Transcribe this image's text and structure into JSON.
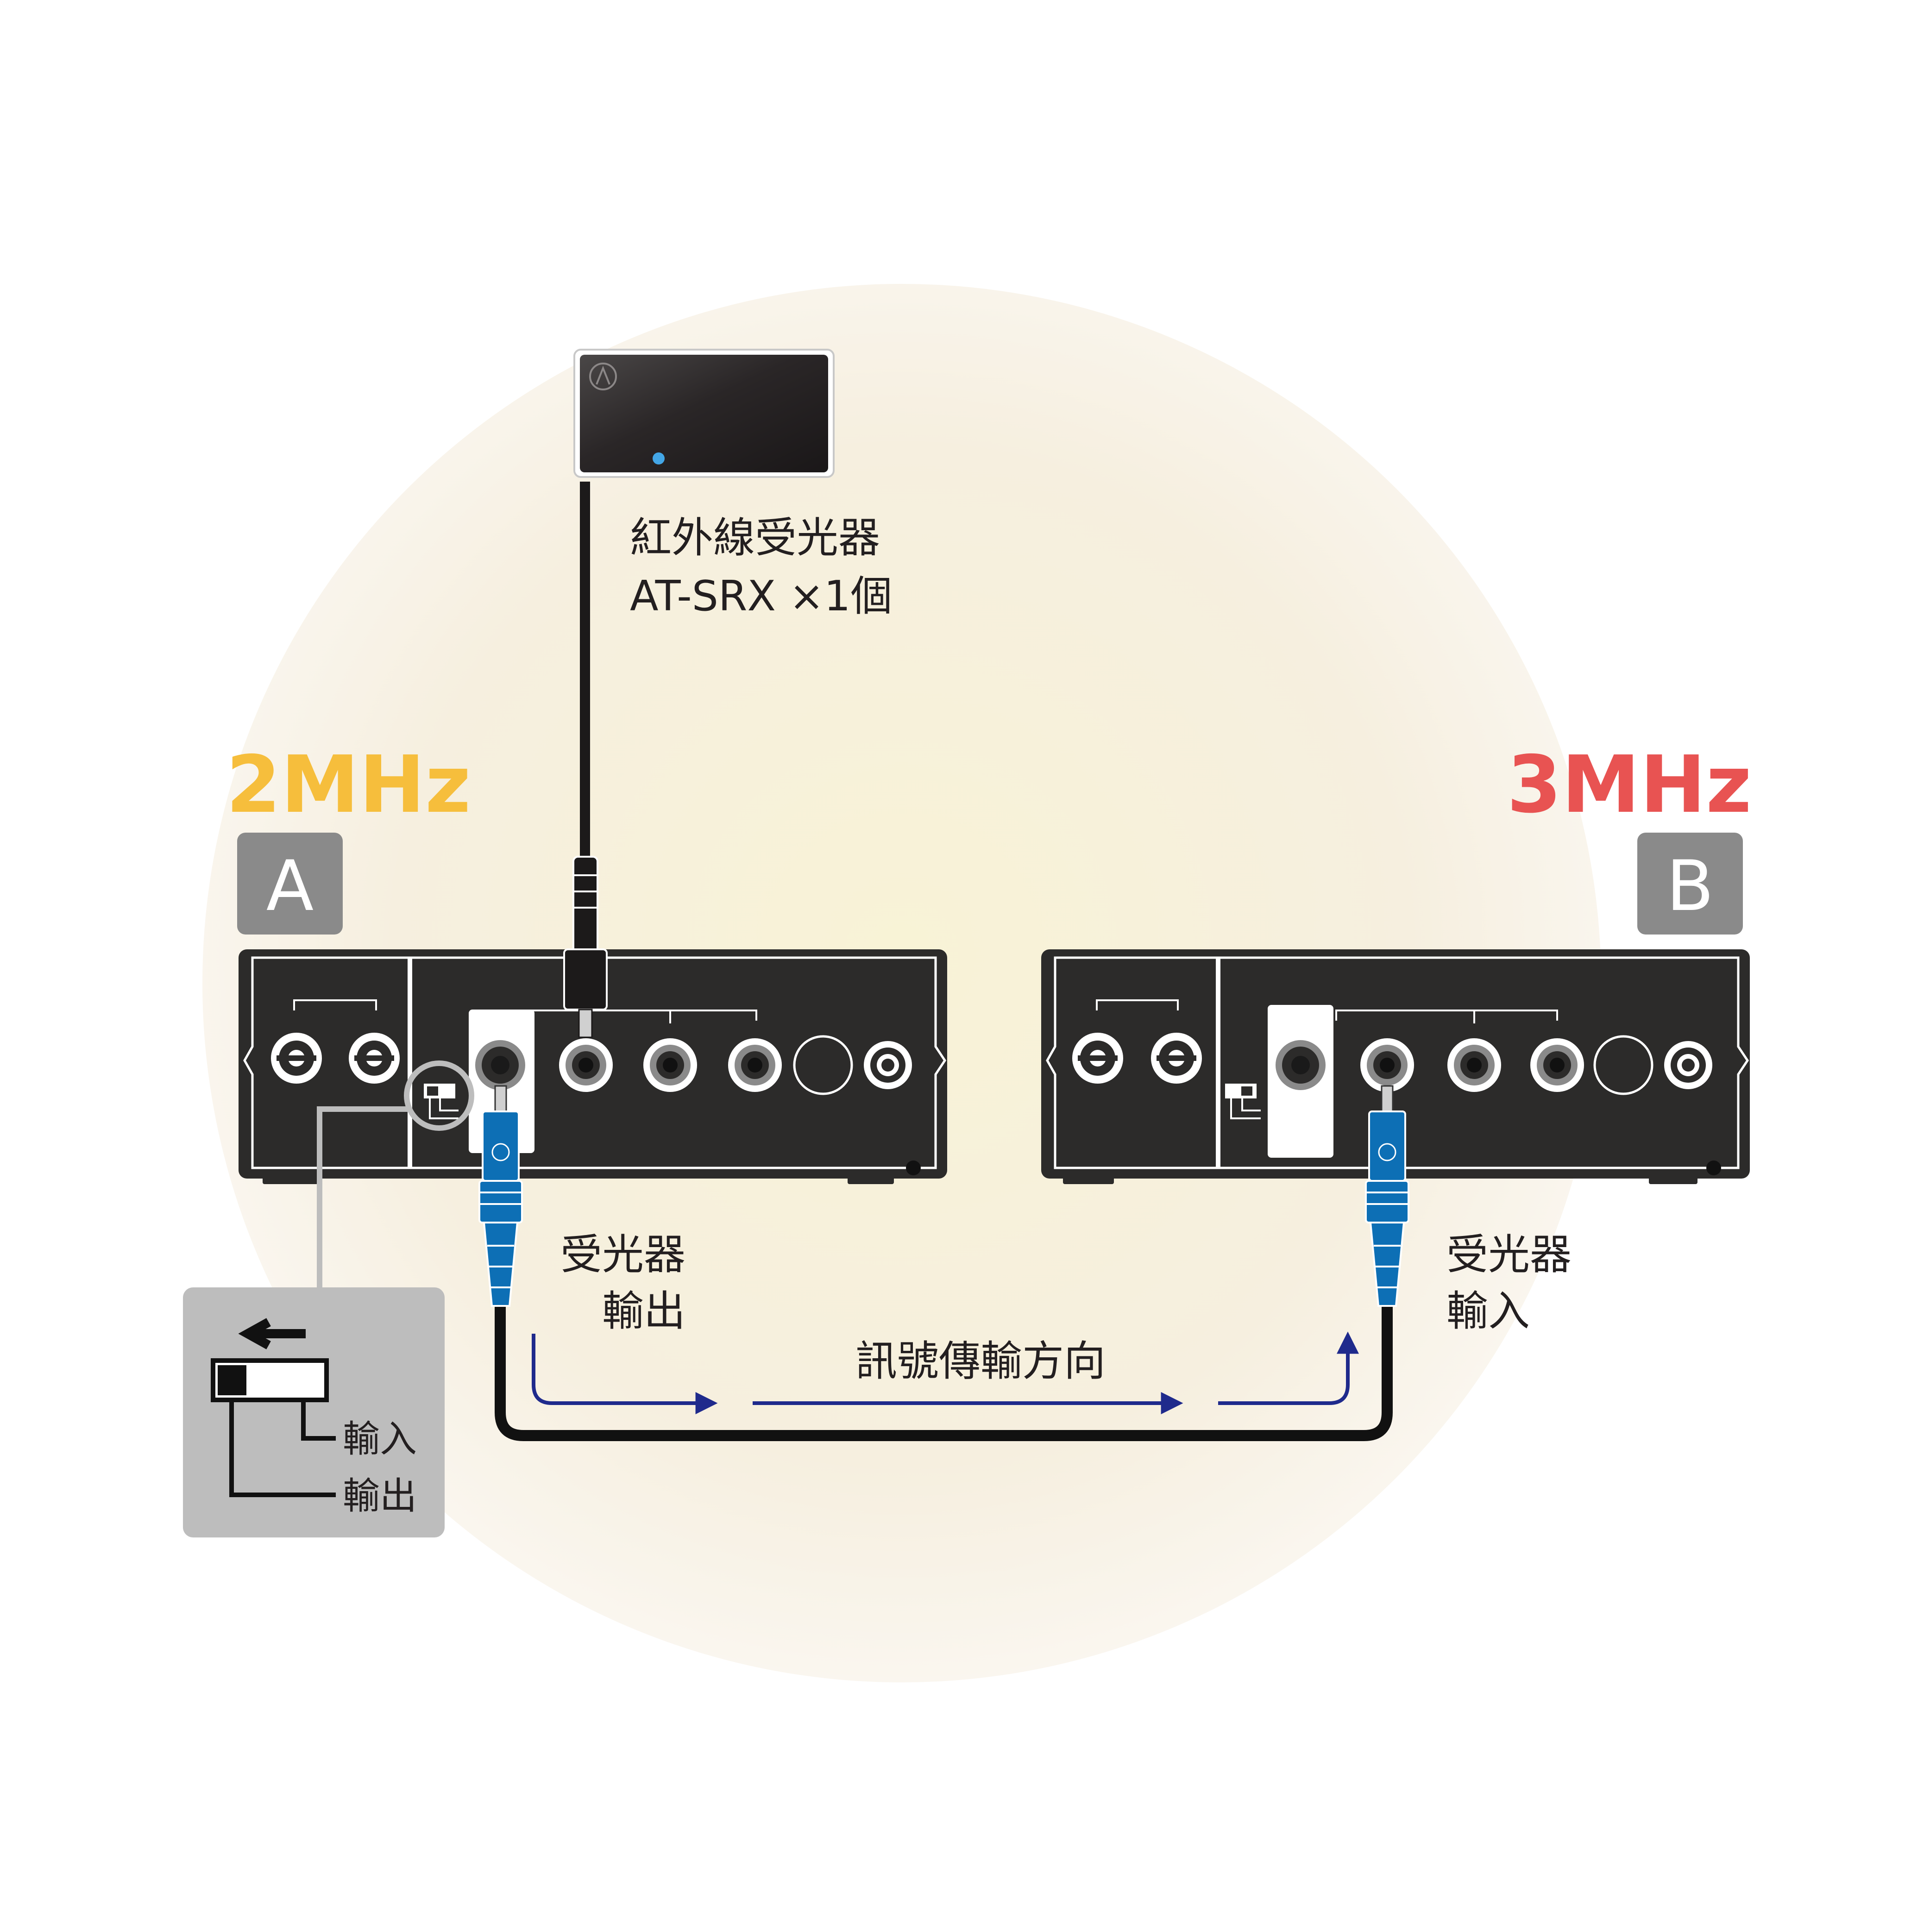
{
  "colors": {
    "freq_a": "#f6be3c",
    "freq_b": "#e85352",
    "device_body": "#2c2b2a",
    "device_outline": "#ffffff",
    "badge": "#8a8a8a",
    "cable_blue": "#0d6fb5",
    "arrow": "#1f2a8c",
    "callout": "#bdbdbd",
    "led": "#43a6e6",
    "glow": "#f5efd6"
  },
  "ir_receiver": {
    "name_line1": "紅外線受光器",
    "name_line2": "AT-SRX ×1個"
  },
  "unit_a": {
    "frequency": "2MHz",
    "badge": "A"
  },
  "unit_b": {
    "frequency": "3MHz",
    "badge": "B"
  },
  "labels": {
    "receiver_out_line1": "受光器",
    "receiver_out_line2": "輸出",
    "receiver_in_line1": "受光器",
    "receiver_in_line2": "輸入",
    "signal_direction": "訊號傳輸方向"
  },
  "switch_callout": {
    "input_label": "輸入",
    "output_label": "輸出"
  }
}
